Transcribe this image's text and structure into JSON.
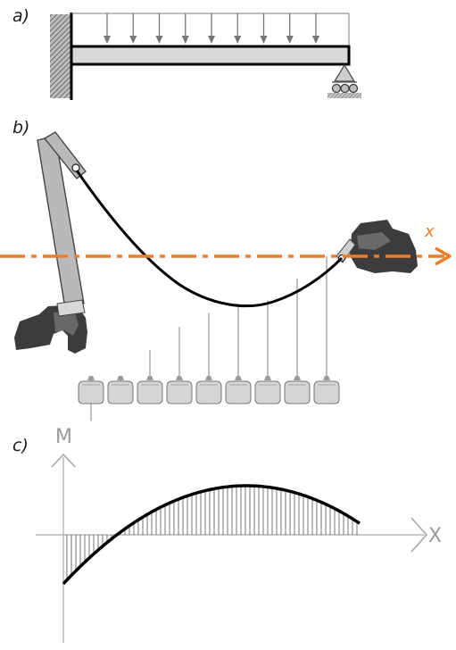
{
  "panels": {
    "a": {
      "label": "a)",
      "load_arrow_count": 9,
      "roller_count": 3
    },
    "b": {
      "label": "b)",
      "axis_label": "x",
      "weight_count": 9
    },
    "c": {
      "label": "c)",
      "y_axis_label": "M",
      "x_axis_label": "X"
    }
  },
  "colors": {
    "beam_fill": "#d9d9d9",
    "ink": "#000000",
    "arrow_gray": "#777777",
    "axis_orange": "#ee7d2a",
    "axis_gray": "#a8a8a8",
    "hatch": "#555555",
    "rock": "#3c3c3c",
    "post": "#b9b9b9",
    "weight": "#d5d5d5"
  }
}
